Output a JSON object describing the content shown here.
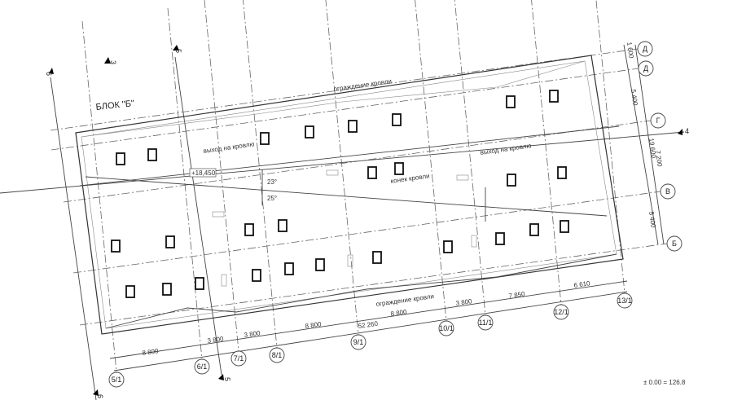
{
  "title": "БЛОК \"Б\"",
  "annotations": {
    "roof_fence_top": "ограждение кровли",
    "roof_fence_bottom": "ограждение кровли",
    "roof_exit_left": "выход на кровлю",
    "roof_exit_right": "выход на кровлю",
    "ridge": "конек кровли",
    "elevation": "+18,450",
    "slope_up": "23°",
    "slope_down": "25°",
    "datum": "± 0.00 = 126.8"
  },
  "axes_bottom": [
    "5/1",
    "6/1",
    "7/1",
    "8/1",
    "9/1",
    "10/1",
    "11/1",
    "12/1",
    "13/1"
  ],
  "axes_right": [
    "Д",
    "Д",
    "Г",
    "В",
    "Б"
  ],
  "dims_bottom": [
    "8 800",
    "3 800",
    "3 800",
    "8 800",
    "8 800",
    "3 800",
    "7 850",
    "6 610"
  ],
  "dim_total_bottom": "52 260",
  "dims_right": [
    "1 600",
    "5 400",
    "7 200",
    "5 400"
  ],
  "dim_total_right": "19 600",
  "section_marks": [
    "6",
    "3",
    "5",
    "4",
    "5",
    "6"
  ]
}
